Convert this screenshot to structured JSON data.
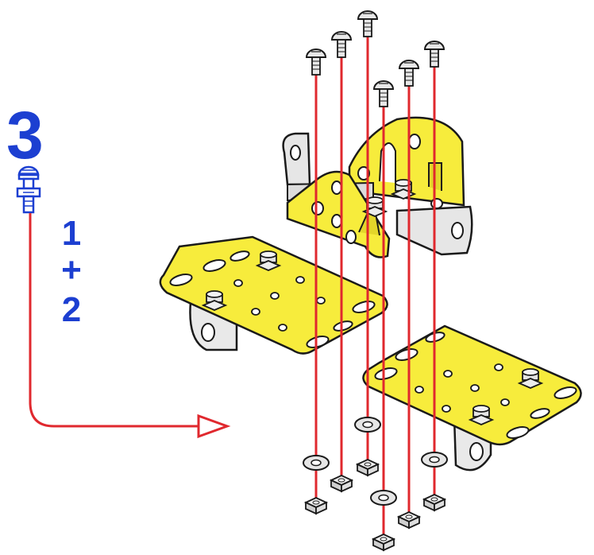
{
  "step": {
    "number": "3",
    "qty_a": "1",
    "qty_plus": "+",
    "qty_b": "2"
  },
  "colors": {
    "label_blue": "#1c3fd1",
    "guide_red": "#e0282e",
    "plate_yellow": "#f7ec3c",
    "outline": "#1a1a1a",
    "metal_gray": "#d9d9d9"
  },
  "icons": {
    "part": "bolt-with-nut-icon",
    "arrow": "outline-arrow-right-icon"
  }
}
